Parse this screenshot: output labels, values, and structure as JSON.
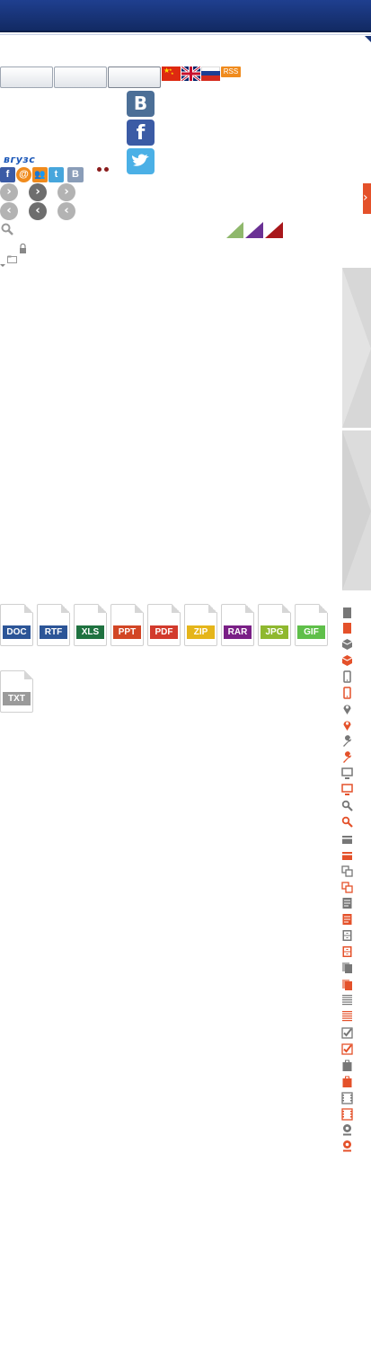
{
  "header": {
    "background": "#1a3679"
  },
  "languages": {
    "rss_label": "RSS"
  },
  "social_big": [
    {
      "label": "B",
      "color": "#4c6f97"
    },
    {
      "label": "f",
      "color": "#3b5ba5"
    },
    {
      "label": "bird",
      "color": "#4bb0e6"
    }
  ],
  "brand": {
    "text": "вгузс"
  },
  "social_small": [
    {
      "label": "f",
      "color": "#3b5ba5"
    },
    {
      "label": "@",
      "color": "#f08b1d"
    },
    {
      "label": "ok",
      "color": "#f08b1d"
    },
    {
      "label": "t",
      "color": "#47a6dc"
    },
    {
      "label": "В",
      "color": "#4c6f97"
    }
  ],
  "nav_arrows": {
    "next": "›",
    "prev": "‹"
  },
  "file_types": [
    {
      "label": "DOC",
      "color": "#2c5597"
    },
    {
      "label": "RTF",
      "color": "#2c5597"
    },
    {
      "label": "XLS",
      "color": "#1f7240"
    },
    {
      "label": "PPT",
      "color": "#d24625"
    },
    {
      "label": "PDF",
      "color": "#d23a2c"
    },
    {
      "label": "ZIP",
      "color": "#e5b51a"
    },
    {
      "label": "RAR",
      "color": "#7a1f86"
    },
    {
      "label": "JPG",
      "color": "#8fb82f"
    },
    {
      "label": "GIF",
      "color": "#5fbf4a"
    },
    {
      "label": "TXT",
      "color": "#9a9a9a"
    }
  ],
  "accent_colors": {
    "orange": "#e4512a",
    "grey": "#777777",
    "green": "#8fb86c",
    "purple": "#6a3194",
    "red": "#a8171b"
  },
  "sidebar_icons": [
    "document-icon",
    "document-icon",
    "cube-icon",
    "cube-icon",
    "phone-icon",
    "phone-icon",
    "pin-icon",
    "pin-icon",
    "wrench-icon",
    "wrench-icon",
    "monitor-icon",
    "monitor-icon",
    "search-icon",
    "search-icon",
    "card-icon",
    "card-icon",
    "copy-icon",
    "copy-icon",
    "text-icon",
    "text-icon",
    "cabinet-icon",
    "cabinet-icon",
    "pages-icon",
    "pages-icon",
    "list-icon",
    "list-icon",
    "checkbox-icon",
    "checkbox-icon",
    "clipboard-icon",
    "clipboard-icon",
    "film-icon",
    "film-icon",
    "webcam-icon",
    "webcam-icon"
  ]
}
